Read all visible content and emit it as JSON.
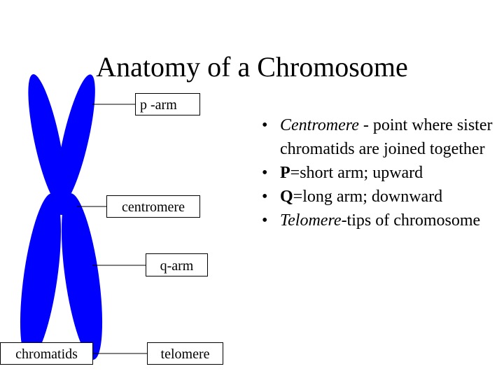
{
  "title": "Anatomy of a Chromosome",
  "colors": {
    "chromosome": "#0000ff",
    "line": "#000000",
    "text": "#000000"
  },
  "labels": {
    "p_arm": "p -arm",
    "centromere": "centromere",
    "q_arm": "q-arm",
    "chromatids": "chromatids",
    "telomere": "telomere"
  },
  "bullets": [
    {
      "marker": "•",
      "term": "Centromere",
      "term_style": "italic",
      "text": " - point where sister chromatids are joined together"
    },
    {
      "marker": "•",
      "term": "P",
      "term_style": "bold",
      "text": "=short arm; upward"
    },
    {
      "marker": "•",
      "term": "Q",
      "term_style": "bold",
      "text": "=long arm; downward"
    },
    {
      "marker": "•",
      "term": "Telomere",
      "term_style": "italic",
      "text": "-tips of chromosome"
    }
  ]
}
